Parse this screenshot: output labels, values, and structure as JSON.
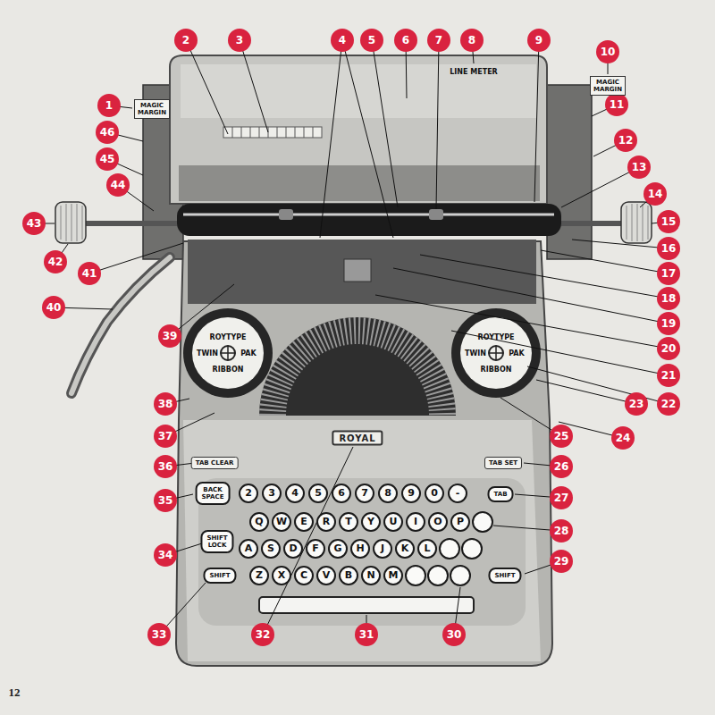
{
  "diagram": {
    "labels": [
      "1",
      "2",
      "3",
      "4",
      "5",
      "6",
      "7",
      "8",
      "9",
      "10",
      "11",
      "12",
      "13",
      "14",
      "15",
      "16",
      "17",
      "18",
      "19",
      "20",
      "21",
      "22",
      "23",
      "24",
      "25",
      "26",
      "27",
      "28",
      "29",
      "30",
      "31",
      "32",
      "33",
      "34",
      "35",
      "36",
      "37",
      "38",
      "39",
      "40",
      "41",
      "42",
      "43",
      "44",
      "45",
      "46",
      "MAGIC MARGIN",
      "MAGIC MARGIN",
      "LINE METER",
      "ROYTYPE",
      "TWIN",
      "PAK",
      "RIBBON",
      "ROYTYPE",
      "TWIN",
      "PAK",
      "RIBBON",
      "ROYAL",
      "TAB CLEAR",
      "TAB SET",
      "BACK SPACE",
      "2",
      "3",
      "4",
      "5",
      "6",
      "7",
      "8",
      "9",
      "0",
      "-",
      "TAB",
      "Q",
      "W",
      "E",
      "R",
      "T",
      "Y",
      "U",
      "I",
      "O",
      "P",
      "SHIFT LOCK",
      "A",
      "S",
      "D",
      "F",
      "G",
      "H",
      "J",
      "K",
      "L",
      "SHIFT",
      "Z",
      "X",
      "C",
      "V",
      "B",
      "N",
      "M",
      "SHIFT",
      "12"
    ]
  }
}
